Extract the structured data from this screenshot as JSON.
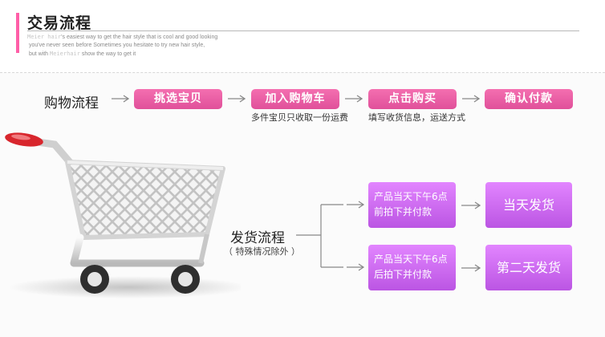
{
  "header": {
    "title": "交易流程",
    "tagline_line1_highlight": "Meier hair",
    "tagline_line1_rest": "'s easiest way to get the hair style that is cool and good looking",
    "tagline_line2": "you've never seen before Sometimes you hesitate to try new hair style,",
    "tagline_line3_prefix": "but with ",
    "tagline_line3_highlight": "Meierhair",
    "tagline_line3_rest": " show the way to get it"
  },
  "purchase_flow": {
    "label": "购物流程",
    "steps": [
      {
        "label": "挑选宝贝",
        "note": ""
      },
      {
        "label": "加入购物车",
        "note": "多件宝贝只收取一份运费"
      },
      {
        "label": "点击购买",
        "note": "填写收货信息，运送方式"
      },
      {
        "label": "确认付款",
        "note": ""
      }
    ]
  },
  "shipping_flow": {
    "label": "发货流程",
    "note": "（ 特殊情况除外 ）",
    "branches": [
      {
        "condition_line1": "产品当天下午6点",
        "condition_line2": "前拍下并付款",
        "result": "当天发货"
      },
      {
        "condition_line1": "产品当天下午6点",
        "condition_line2": "后拍下并付款",
        "result": "第二天发货"
      }
    ]
  },
  "colors": {
    "accent_pink": "#f05fa6",
    "accent_purple": "#cf6ef0",
    "handle_red": "#d8262d"
  }
}
